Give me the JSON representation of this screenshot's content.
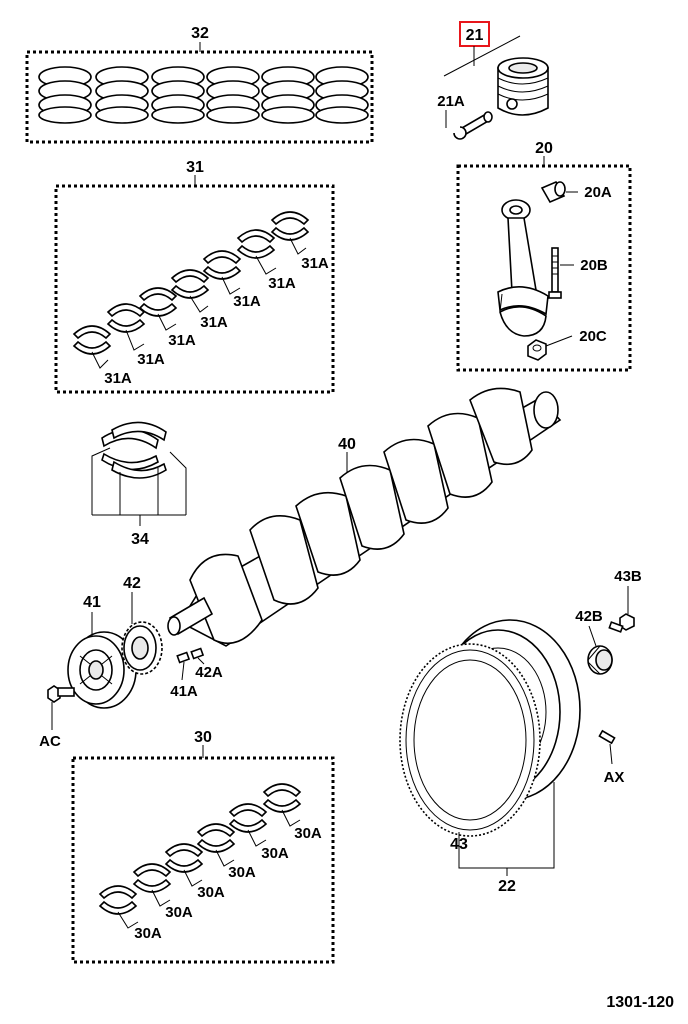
{
  "callouts": {
    "p32": "32",
    "p21": "21",
    "p21a": "21A",
    "p31": "31",
    "p31a": "31A",
    "p20": "20",
    "p20a": "20A",
    "p20b": "20B",
    "p20c": "20C",
    "p40": "40",
    "p34": "34",
    "p41": "41",
    "p42": "42",
    "p43b": "43B",
    "p42b": "42B",
    "p41a": "41A",
    "p42a": "42A",
    "pac": "AC",
    "pax": "AX",
    "p30": "30",
    "p30a": "30A",
    "p43": "43",
    "p22": "22"
  },
  "doc_code": "1301-120",
  "highlight_color": "#e8161b"
}
